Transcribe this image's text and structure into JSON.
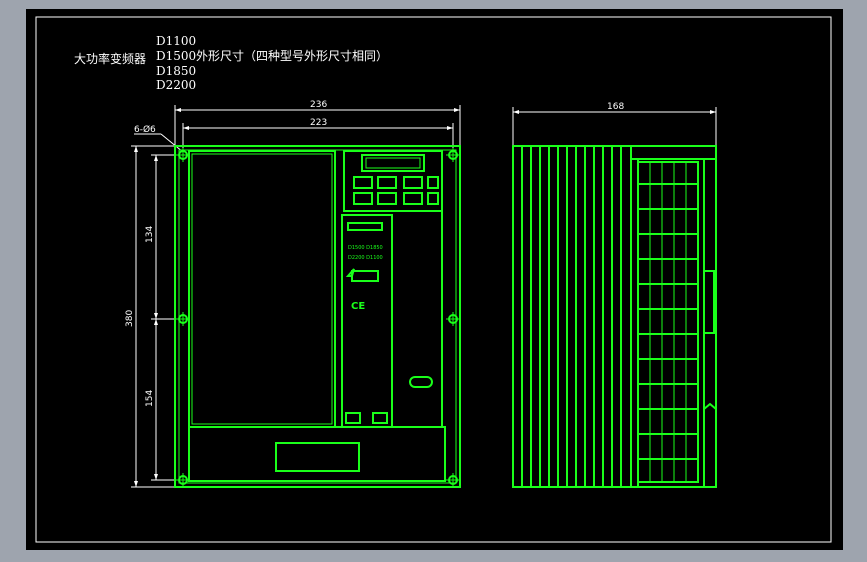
{
  "title": {
    "main": "大功率变频器",
    "models": [
      "D1100",
      "D1500",
      "D1850",
      "D2200"
    ],
    "suffix": "外形尺寸（四种型号外形尺寸相同）"
  },
  "dimensions": {
    "overall_width": "236",
    "hole_spacing_width": "223",
    "hole_spec": "6-Ø6",
    "overall_height": "380",
    "upper_spacing": "134",
    "lower_spacing": "154",
    "depth": "168"
  },
  "front_label": {
    "line1": "D1500 D1850",
    "line2": "D2200 D1100"
  },
  "colors": {
    "background": "#000000",
    "outer": "#9ea4ae",
    "frame": "#ffffff",
    "geometry": "#1aff1a"
  }
}
